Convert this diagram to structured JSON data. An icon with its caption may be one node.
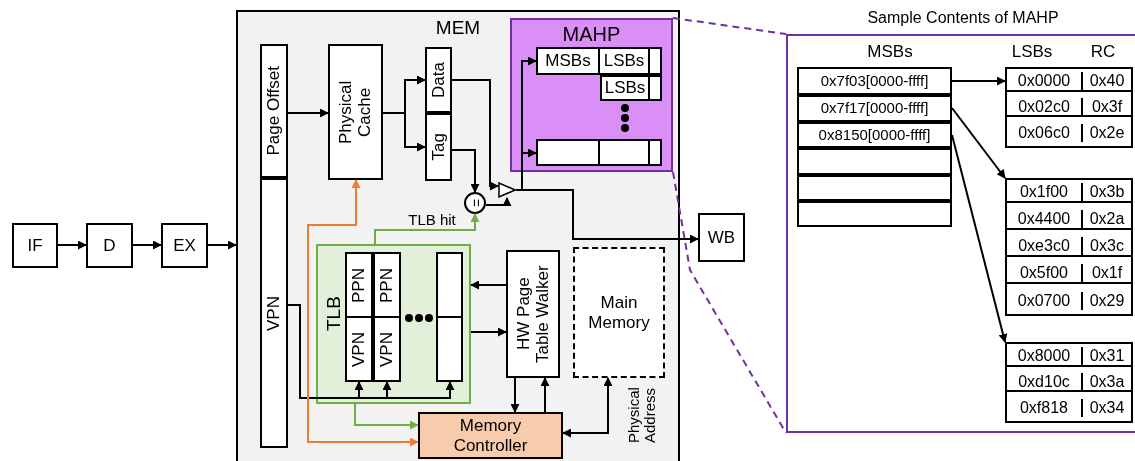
{
  "diagram": {
    "nodes": [
      {
        "text": [
          "IF"
        ]
      },
      {
        "text": [
          "D"
        ]
      },
      {
        "text": [
          "EX"
        ]
      },
      {
        "text": [
          "MEM"
        ]
      },
      {
        "text": [
          "Page Offset"
        ],
        "in": 3
      },
      {
        "text": [
          "VPN"
        ],
        "in": 3
      },
      {
        "text": [
          "Physical Cache"
        ],
        "in": 3
      },
      {
        "text": [
          "Data"
        ],
        "in": 3
      },
      {
        "text": [
          "Tag"
        ],
        "in": 3
      },
      {
        "text": [
          "="
        ],
        "in": 3
      },
      {
        "text": [],
        "shape": "triangle",
        "in": 3
      },
      {
        "text": [
          "MAHP"
        ],
        "in": 3
      },
      {
        "text": [
          "MSBs",
          "LSBs"
        ],
        "in": 11
      },
      {
        "text": [
          "LSBs"
        ],
        "in": 11
      },
      {
        "text": [],
        "shape": "bar",
        "in": 11
      },
      {
        "text": [
          "TLB"
        ],
        "in": 3
      },
      {
        "text": [
          "PPN",
          "VPN"
        ],
        "in": 15
      },
      {
        "text": [
          "PPN",
          "VPN"
        ],
        "in": 15
      },
      {
        "text": [],
        "shape": "bar",
        "in": 15
      },
      {
        "text": [
          "HW Page Table Walker"
        ],
        "in": 3
      },
      {
        "text": [
          "Main Memory"
        ],
        "in": 3
      },
      {
        "text": [
          "Memory Controller"
        ],
        "in": 3
      },
      {
        "text": [
          "WB"
        ]
      },
      {
        "text": [
          "Sample Contents of MAHP"
        ]
      },
      {
        "text": [
          "0x7f03[0000-ffff]"
        ],
        "in": 23
      },
      {
        "text": [
          "0x7f17[0000-ffff]"
        ],
        "in": 23
      },
      {
        "text": [
          "0x8150[0000-ffff]"
        ],
        "in": 23
      },
      {
        "text": [],
        "shape": "box",
        "in": 23
      },
      {
        "text": [],
        "shape": "box",
        "in": 23
      },
      {
        "text": [],
        "shape": "box",
        "in": 23
      },
      {
        "text": [
          "0x0000",
          "0x40",
          "0x02c0",
          "0x3f",
          "0x06c0",
          "0x2e"
        ],
        "in": 23
      },
      {
        "text": [
          "0x1f00",
          "0x3b",
          "0x4400",
          "0x2a",
          "0xe3c0",
          "0x3c",
          "0x5f00",
          "0x1f",
          "0x0700",
          "0x29"
        ],
        "in": 23
      },
      {
        "text": [
          "0x8000",
          "0x31",
          "0xd10c",
          "0x3a",
          "0xf818",
          "0x34"
        ],
        "in": 23
      }
    ],
    "edges": [
      {
        "from": 0,
        "to": 1,
        "arrow": "to"
      },
      {
        "from": 1,
        "to": 2,
        "arrow": "to"
      },
      {
        "from": 2,
        "to": 3,
        "arrow": "to"
      },
      {
        "from": 4,
        "to": 6,
        "arrow": "to"
      },
      {
        "from": 6,
        "to": 7,
        "arrow": "to"
      },
      {
        "from": 6,
        "to": 8,
        "arrow": "to"
      },
      {
        "from": 8,
        "to": 9,
        "arrow": "to"
      },
      {
        "from": 7,
        "to": 10,
        "arrow": "to"
      },
      {
        "from": 9,
        "to": 10,
        "arrow": "to"
      },
      {
        "from": 10,
        "to": 12,
        "arrow": "to"
      },
      {
        "from": 10,
        "to": 14,
        "arrow": "to"
      },
      {
        "from": 10,
        "to": 22,
        "arrow": "to"
      },
      {
        "from": 5,
        "to": 16,
        "arrow": "to"
      },
      {
        "from": 5,
        "to": 17,
        "arrow": "to"
      },
      {
        "from": 5,
        "to": 18,
        "arrow": "to"
      },
      {
        "from": 15,
        "to": 9,
        "arrow": "to",
        "label": "TLB hit",
        "color": "#70ad47"
      },
      {
        "from": 15,
        "to": 21,
        "arrow": "to",
        "color": "#70ad47"
      },
      {
        "from": 6,
        "to": 21,
        "arrow": "both",
        "color": "#ed7d31"
      },
      {
        "from": 19,
        "to": 15,
        "arrow": "to"
      },
      {
        "from": 15,
        "to": 19,
        "arrow": "to"
      },
      {
        "from": 19,
        "to": 21,
        "arrow": "to"
      },
      {
        "from": 21,
        "to": 19,
        "arrow": "to"
      },
      {
        "from": 21,
        "to": 20,
        "arrow": "both",
        "label": "Physical Address"
      },
      {
        "from": 11,
        "to": 23,
        "arrow": "none",
        "style": "dashed",
        "color": "#7030a0"
      },
      {
        "from": 11,
        "to": 23,
        "arrow": "none",
        "style": "dashed",
        "color": "#7030a0"
      },
      {
        "from": 24,
        "to": 30,
        "arrow": "to"
      },
      {
        "from": 25,
        "to": 31,
        "arrow": "to"
      },
      {
        "from": 26,
        "to": 32,
        "arrow": "to"
      }
    ],
    "labels": [
      "MSBs",
      "LSBs",
      "RC"
    ]
  }
}
